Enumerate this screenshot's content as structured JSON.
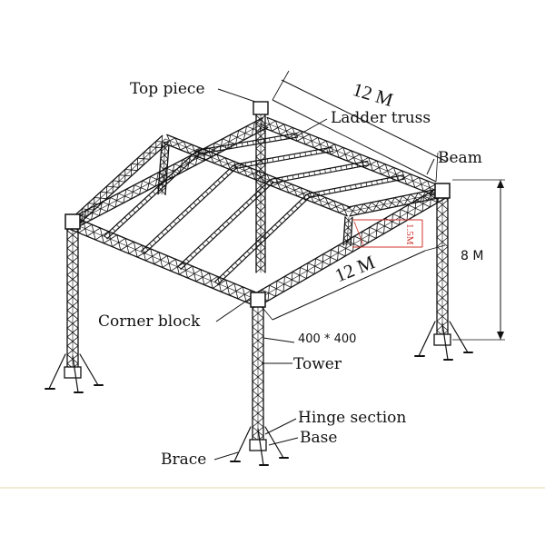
{
  "labels": {
    "top_piece": "Top piece",
    "ladder_truss": "Ladder truss",
    "beam": "Beam",
    "corner_block": "Corner block",
    "tower": "Tower",
    "hinge_section": "Hinge section",
    "base": "Base",
    "brace": "Brace"
  },
  "dimensions": {
    "span_back": "12 M",
    "span_front": "12 M",
    "height": "8 M",
    "roof_rise": "1.5M",
    "truss_section": "400 * 400"
  },
  "colors": {
    "line": "#111111",
    "accent": "#d0342c",
    "divider": "#e2d9a6"
  }
}
